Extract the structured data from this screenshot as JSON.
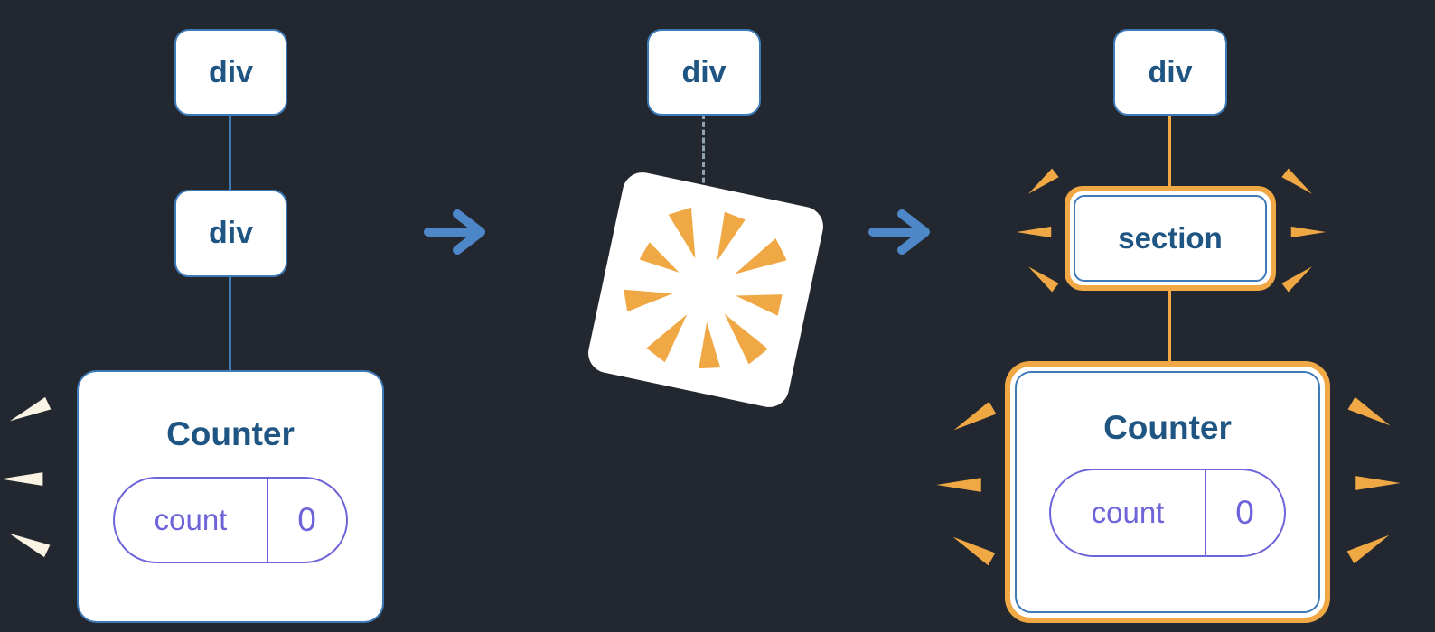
{
  "colors": {
    "background": "#23272f",
    "box_white": "#ffffff",
    "box_border_blue": "#3d7ab8",
    "text_navy": "#1f5582",
    "arrow_blue": "#4d87c8",
    "highlight_orange": "#f0a845",
    "state_purple": "#6e64d9",
    "spark_cream": "#fbf4e4",
    "dashed_gray": "#8fa3b3"
  },
  "panels": {
    "before": {
      "nodes": [
        {
          "label": "div"
        },
        {
          "label": "div"
        }
      ],
      "component": {
        "title": "Counter",
        "state": {
          "key": "count",
          "value": "0"
        }
      }
    },
    "transition": {
      "node": {
        "label": "div"
      }
    },
    "after": {
      "node": {
        "label": "div"
      },
      "section": {
        "label": "section"
      },
      "component": {
        "title": "Counter",
        "state": {
          "key": "count",
          "value": "0"
        }
      }
    }
  }
}
